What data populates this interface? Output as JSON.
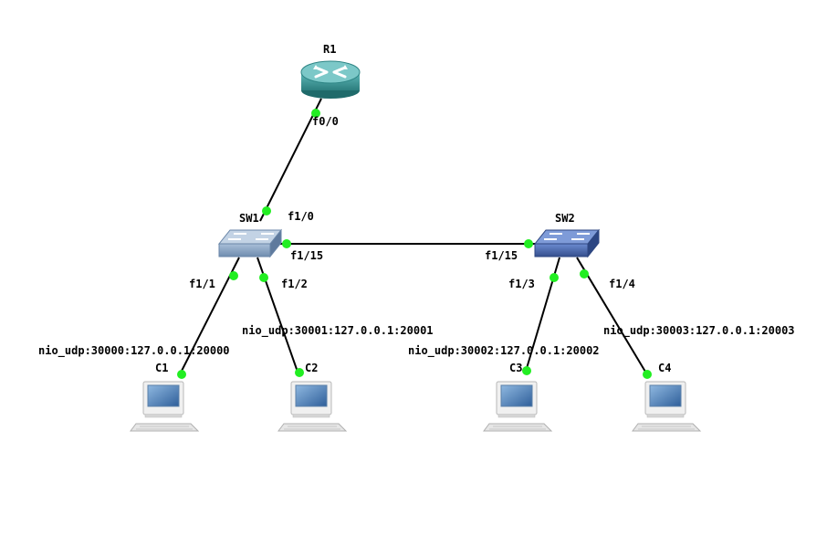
{
  "diagram": {
    "colors": {
      "link": "#000000",
      "port_dot": "#22ee22",
      "router": "#3d9a9a",
      "switch_sw1": "#8aa3c0",
      "switch_sw2": "#4866a8",
      "pc_body": "#e8e8e8"
    },
    "devices": {
      "r1": {
        "name": "R1",
        "icon": "router-icon"
      },
      "sw1": {
        "name": "SW1",
        "icon": "switch-icon"
      },
      "sw2": {
        "name": "SW2",
        "icon": "switch-icon"
      },
      "c1": {
        "name": "C1",
        "icon": "computer-icon"
      },
      "c2": {
        "name": "C2",
        "icon": "computer-icon"
      },
      "c3": {
        "name": "C3",
        "icon": "computer-icon"
      },
      "c4": {
        "name": "C4",
        "icon": "computer-icon"
      }
    },
    "ports": {
      "r1_f0_0": "f0/0",
      "sw1_f1_0": "f1/0",
      "sw1_f1_15": "f1/15",
      "sw2_f1_15": "f1/15",
      "sw1_f1_1": "f1/1",
      "sw1_f1_2": "f1/2",
      "sw2_f1_3": "f1/3",
      "sw2_f1_4": "f1/4"
    },
    "nio": {
      "c1": "nio_udp:30000:127.0.0.1:20000",
      "c2": "nio_udp:30001:127.0.0.1:20001",
      "c3": "nio_udp:30002:127.0.0.1:20002",
      "c4": "nio_udp:30003:127.0.0.1:20003"
    }
  }
}
